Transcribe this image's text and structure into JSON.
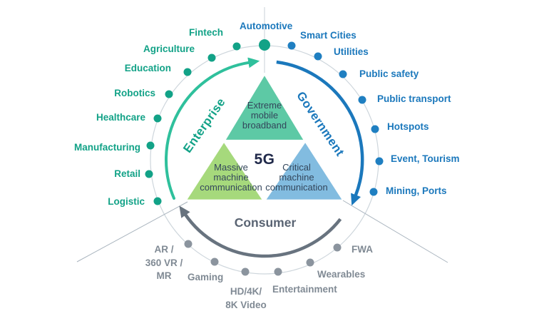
{
  "center": {
    "label": "5G"
  },
  "triangles": {
    "embb": {
      "label": "Extreme\nmobile\nbroadband",
      "color": "#5dc9a5"
    },
    "mmc": {
      "label": "Massive\nmachine\ncommunication",
      "color": "#a6d97c"
    },
    "cmc": {
      "label": "Critical\nmachine\ncommunication",
      "color": "#82bce0"
    }
  },
  "sectors": {
    "enterprise": {
      "label": "Enterprise",
      "color": "#12a287",
      "items": [
        "Fintech",
        "Agriculture",
        "Education",
        "Robotics",
        "Healthcare",
        "Manufacturing",
        "Retail",
        "Logistic"
      ]
    },
    "government": {
      "label": "Government",
      "color": "#1b78bc",
      "items": [
        "Automotive",
        "Smart Cities",
        "Utilities",
        "Public safety",
        "Public transport",
        "Hotspots",
        "Event, Tourism",
        "Mining, Ports"
      ]
    },
    "consumer": {
      "label": "Consumer",
      "color": "#5a6473",
      "items": [
        "AR /\n360 VR /\nMR",
        "Gaming",
        "HD/4K/\n8K Video",
        "Entertainment",
        "Wearables",
        "FWA"
      ]
    }
  }
}
